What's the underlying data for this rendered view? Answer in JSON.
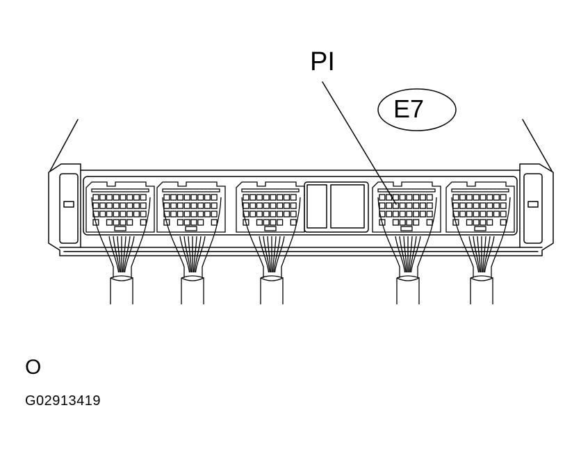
{
  "labels": {
    "pointer": "PI",
    "connector_id": "E7",
    "view_mark": "O",
    "figure_code": "G02913419"
  },
  "connectors": [
    {
      "name": "connector-1"
    },
    {
      "name": "connector-2"
    },
    {
      "name": "connector-3"
    },
    {
      "name": "connector-e7"
    },
    {
      "name": "connector-5"
    }
  ],
  "colors": {
    "line": "#000000",
    "background": "#ffffff"
  }
}
